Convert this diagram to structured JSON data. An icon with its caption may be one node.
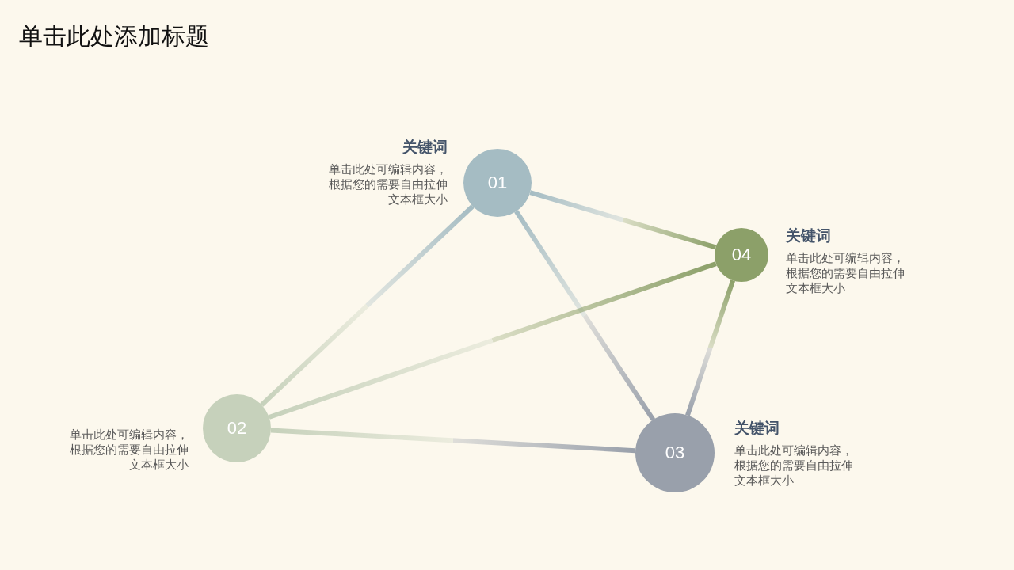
{
  "diagram": {
    "title": "单击此处添加标题",
    "nodes": [
      {
        "text": [
          "01"
        ],
        "beside": [
          "关键词",
          "单击此处可编辑内容，根据您的需要自由拉伸文本框大小"
        ]
      },
      {
        "text": [
          "04"
        ],
        "beside": [
          "关键词",
          "单击此处可编辑内容，根据您的需要自由拉伸文本框大小"
        ]
      },
      {
        "text": [
          "02"
        ],
        "beside": [
          "单击此处可编辑内容，根据您的需要自由拉伸文本框大小"
        ]
      },
      {
        "text": [
          "03"
        ],
        "beside": [
          "关键词",
          "单击此处可编辑内容，根据您的需要自由拉伸文本框大小"
        ]
      }
    ],
    "edges": [
      {
        "from": 0,
        "to": 2,
        "arrow": "none"
      },
      {
        "from": 0,
        "to": 1,
        "arrow": "none"
      },
      {
        "from": 0,
        "to": 3,
        "arrow": "none"
      },
      {
        "from": 2,
        "to": 1,
        "arrow": "none"
      },
      {
        "from": 2,
        "to": 3,
        "arrow": "none"
      },
      {
        "from": 1,
        "to": 3,
        "arrow": "none"
      }
    ]
  }
}
